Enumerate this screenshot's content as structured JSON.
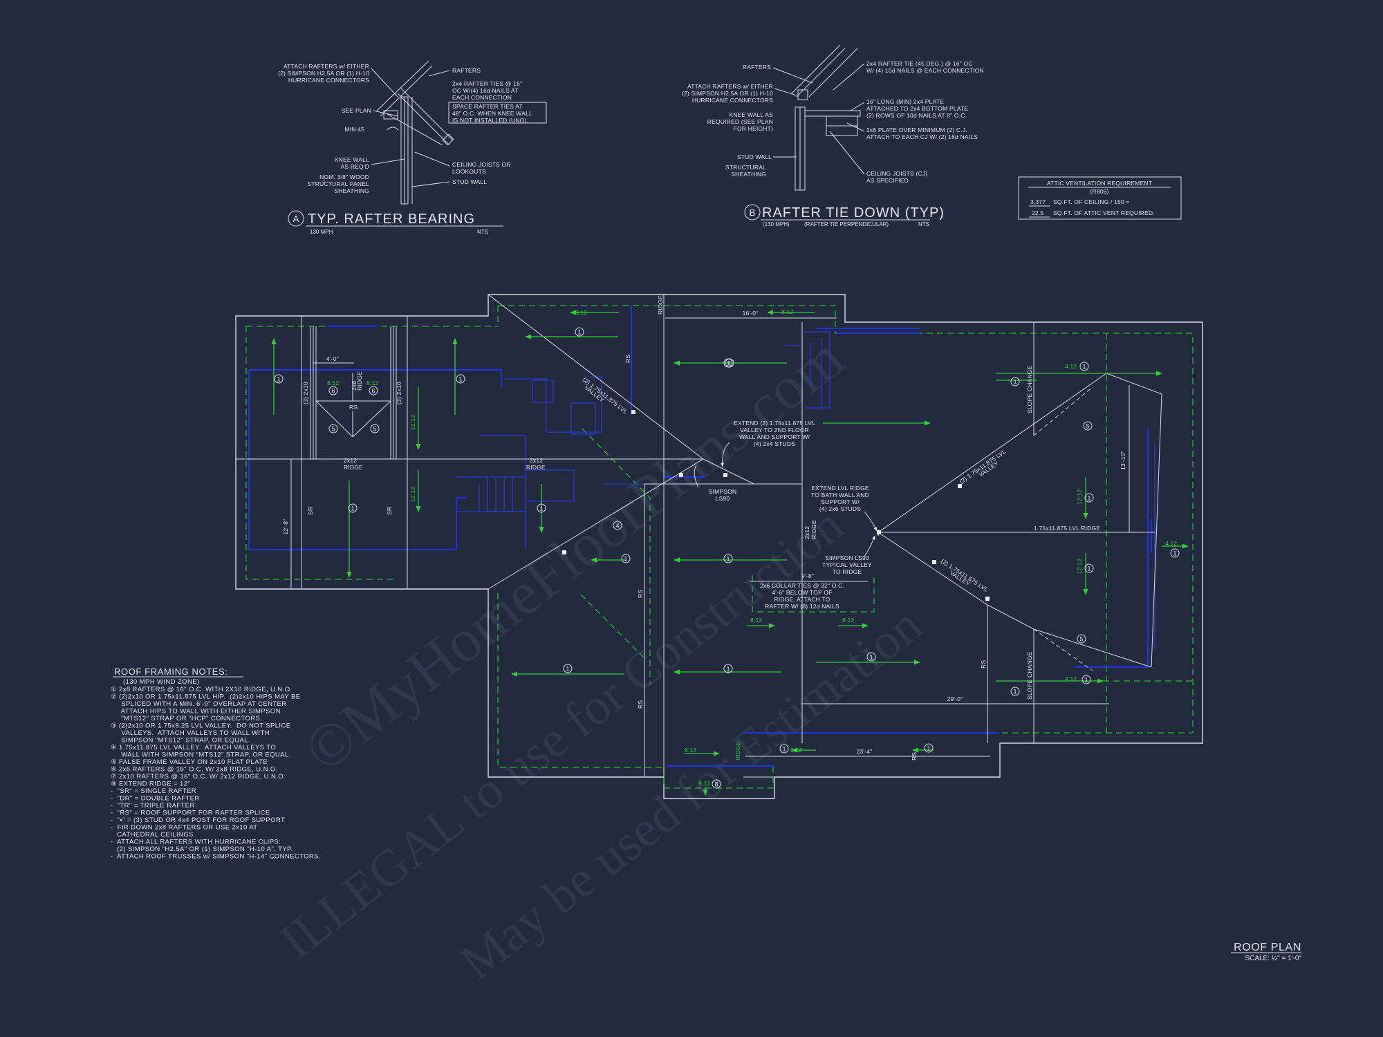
{
  "detail_a": {
    "bubble": "A",
    "title": "TYP. RAFTER BEARING",
    "wind": "130 MPH",
    "scale": "NTS",
    "callouts": {
      "attach_1": "ATTACH RAFTERS w/ EITHER",
      "attach_2": "(2) SIMPSON H2.5A OR (1) H-10",
      "attach_3": "HURRICANE CONNECTORS",
      "rafters": "RAFTERS",
      "ties_1": "2x4 RAFTER TIES @ 16\"",
      "ties_2": "OC W/(4) 16d NAILS AT",
      "ties_3": "EACH CONNECTION",
      "space_1": "SPACE RAFTER TIES AT",
      "space_2": "48\" O.C. WHEN KNEE WALL",
      "space_3": "IS NOT INSTALLED (UNO)",
      "see_plan": "SEE PLAN",
      "min45": "MIN 45",
      "knee_1": "KNEE WALL",
      "knee_2": "AS REQ'D",
      "ceiling_1": "CEILING JOISTS OR",
      "ceiling_2": "LOOKOUTS",
      "nom_1": "NOM. 3/8\" WOOD",
      "nom_2": "STRUCTURAL PANEL",
      "nom_3": "SHEATHING",
      "stud": "STUD WALL"
    }
  },
  "detail_b": {
    "bubble": "B",
    "title": "RAFTER TIE DOWN (TYP)",
    "wind": "(130 MPH)",
    "note": "(RAFTER TIE PERPENDICULAR)",
    "scale": "NTS",
    "callouts": {
      "rafters": "RAFTERS",
      "tie_1": "2x4 RAFTER TIE (45 DEG.) @ 16\" OC",
      "tie_2": "W/ (4) 10d NAILS @ EACH CONNECTION",
      "attach_1": "ATTACH RAFTERS w/ EITHER",
      "attach_2": "(2) SIMPSON H2.5A OR (1) H-10",
      "attach_3": "HURRICANE CONNECTORS",
      "knee_1": "KNEE WALL AS",
      "knee_2": "REQUIRED (SEE PLAN",
      "knee_3": "FOR HEIGHT)",
      "plate_1": "16\" LONG (MIN) 2x4 PLATE",
      "plate_2": "ATTACHED TO 2x4 BOTTOM PLATE",
      "plate_3": "(2) ROWS OF 10d NAILS AT 8\" O.C.",
      "over_1": "2x6 PLATE OVER MINIMUM (2) C.J.",
      "over_2": "ATTACH TO EACH CJ W/ (2) 16d NAILS",
      "stud": "STUD WALL",
      "struct_1": "STRUCTURAL",
      "struct_2": "SHEATHING",
      "cj_1": "CEILING JOISTS (CJ)",
      "cj_2": "AS SPECIFIED"
    }
  },
  "attic": {
    "title": "ATTIC VENTILATION REQUIREMENT",
    "code": "(R806)",
    "line1_value": "3,377",
    "line1_text": "SQ.FT. OF CEILING / 150 =",
    "line2_value": "22.5",
    "line2_text": "SQ.FT. OF ATTIC VENT REQUIRED."
  },
  "notes": {
    "title": "ROOF FRAMING NOTES:",
    "wind": "(130 MPH WIND ZONE)",
    "lines": [
      "① 2x8 RAFTERS @ 16\" O.C. WITH 2X10 RIDGE, U.N.O.",
      "② (2)2x10 OR 1.75x11.875 LVL HIP.  (2)2x10 HIPS MAY BE",
      "     SPLICED WITH A MIN. 6'-0\" OVERLAP AT CENTER",
      "     ATTACH HIPS TO WALL WITH EITHER SIMPSON",
      "     \"MTS12\" STRAP OR \"HCP\" CONNECTORS.",
      "③ (2)2x10 OR 1.75x9.25 LVL VALLEY.  DO NOT SPLICE",
      "     VALLEYS.  ATTACH VALLEYS TO WALL WITH",
      "     SIMPSON \"MTS12\" STRAP, OR EQUAL.",
      "④ 1.75x11.875 LVL VALLEY.  ATTACH VALLEYS TO",
      "     WALL WITH SIMPSON \"MTS12\" STRAP, OR EQUAL.",
      "⑤ FALSE FRAME VALLEY ON 2x10 FLAT PLATE",
      "⑥ 2x6 RAFTERS @ 16\" O.C. W/ 2x8 RIDGE, U.N.O.",
      "⑦ 2x10 RAFTERS @ 16\" O.C. W/ 2x12 RIDGE, U.N.O.",
      "⑧ EXTEND RIDGE = 12\"",
      "-  \"SR\" = SINGLE RAFTER",
      "-  \"DR\" = DOUBLE RAFTER",
      "-  \"TR\" = TRIPLE RAFTER",
      "-  \"RS\" = ROOF SUPPORT FOR RAFTER SPLICE",
      "-  \"▪\" = (3) STUD OR 4x4 POST FOR ROOF SUPPORT",
      "-  FIR DOWN 2x8 RAFTERS OR USE 2x10 AT",
      "   CATHEDRAL CEILINGS",
      "-  ATTACH ALL RAFTERS WITH HURRICANE CLIPS:",
      "   (2) SIMPSON \"H2.5A\" OR (1) SIMPSON \"H-10 A\", TYP.",
      "-  ATTACH ROOF TRUSSES w/ SIMPSON \"H-14\" CONNECTORS."
    ]
  },
  "plan": {
    "title": "ROOF PLAN",
    "scale": "SCALE: ¼\" = 1'-0\"",
    "dims": {
      "d16": "16'-0\"",
      "d4": "4'-0\"",
      "d12_8": "12'-8\"",
      "d13_10": "13'-10\"",
      "d9_8": "9'-8\"",
      "d29": "29'-0\"",
      "d23_4": "23'-4\""
    },
    "pitches": {
      "p8": "8:12",
      "p12": "12:12",
      "p4": "4:12",
      "p9": "9:12"
    },
    "marks": {
      "ridge": "RIDGE",
      "ridge_2x12": "2x12",
      "ridge_2x8": "2x8",
      "rs": "RS",
      "sr": "SR",
      "dr_a": "(3) 2x10",
      "dr_b": "(3) 2x10",
      "slope": "SLOPE CHANGE",
      "lvl_ridge": "1.75x11.875 LVL RIDGE",
      "lvl_valley_a": "(2) 1.75x11.875 LVL",
      "lvl_valley_b": "VALLEY",
      "simpson": "SIMPSON",
      "ls90": "LS90"
    },
    "notes": {
      "ext_1": "EXTEND (2) 1.75x11.875 LVL",
      "ext_2": "VALLEY TO 2ND FLOOR",
      "ext_3": "WALL AND SUPPORT W/",
      "ext_4": "(4) 2x4 STUDS",
      "bath_1": "EXTEND LVL RIDGE",
      "bath_2": "TO BATH WALL AND",
      "bath_3": "SUPPORT W/",
      "bath_4": "(4) 2x6 STUDS",
      "tv_1": "SIMPSON LS90",
      "tv_2": "TYPICAL VALLEY",
      "tv_3": "TO RIDGE",
      "collar_1": "2x6 COLLAR TIES @ 32\" O.C.",
      "collar_2": "4'-6\" BELOW TOP OF",
      "collar_3": "RIDGE. ATTACH TO",
      "collar_4": "RAFTER W/ (8) 12d NAILS"
    },
    "bubbles": {
      "b1": "1",
      "b4": "4",
      "b5": "5",
      "b6": "6",
      "b8": "8"
    }
  },
  "watermark": {
    "line1": "©MyHomeFloorPlans.com",
    "line2": "ILLEGAL to use for Construction",
    "line3": "May be used for Estimation"
  }
}
